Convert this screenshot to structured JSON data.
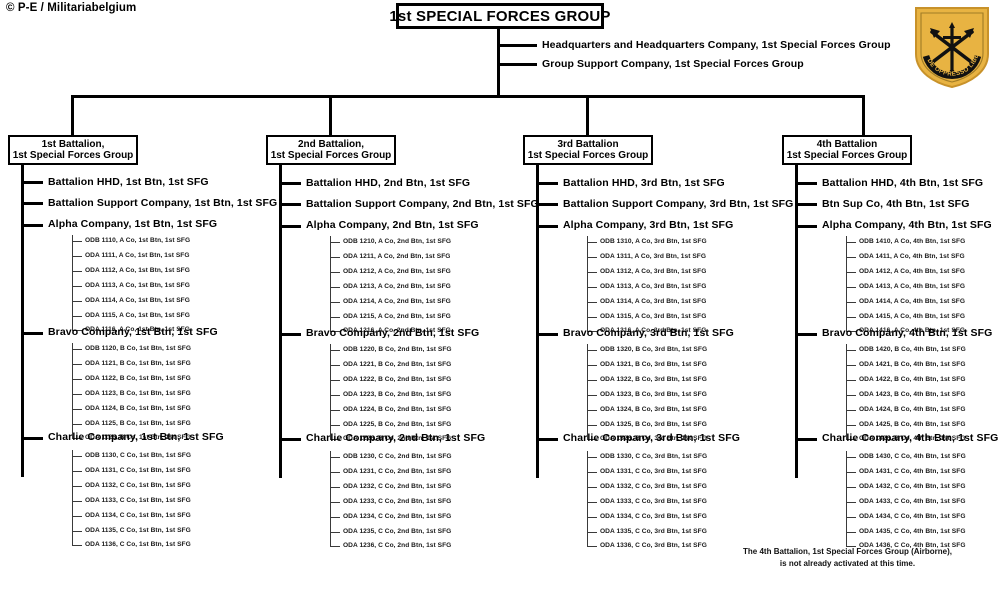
{
  "credit": "© P-E / Militariabelgium",
  "root": {
    "title": "1st SPECIAL FORCES GROUP"
  },
  "hq_units": [
    "Headquarters and Headquarters Company,  1st Special Forces Group",
    "Group Support Company,  1st Special Forces Group"
  ],
  "footnote": {
    "line1": "The 4th Battalion, 1st Special Forces Group (Airborne),",
    "line2": "is not already activated at this time."
  },
  "crest": {
    "name": "1st-special-forces-group-distinctive-unit-insignia",
    "motto": "DE OPPRESSO LIBER",
    "shield_color": "#E8B342",
    "border_color": "#C8922A",
    "device_color": "#111111"
  },
  "battalions": [
    {
      "box_line1": "1st Battalion,",
      "box_line2": "1st Special Forces Group",
      "staff": [
        "Battalion HHD,  1st Btn, 1st SFG",
        "Battalion  Support Company, 1st Btn,  1st SFG"
      ],
      "companies": [
        {
          "label": "Alpha Company, 1st Btn,  1st SFG",
          "teams": [
            "ODB 1110, A Co, 1st Btn,  1st SFG",
            "ODA 1111, A Co, 1st Btn,  1st SFG",
            "ODA 1112, A Co, 1st Btn,  1st SFG",
            "ODA 1113, A Co, 1st Btn,  1st SFG",
            "ODA 1114, A Co, 1st Btn,  1st SFG",
            "ODA 1115, A Co, 1st Btn,  1st SFG",
            "ODA 1116, A Co, 1st Btn,  1st SFG"
          ]
        },
        {
          "label": "Bravo Company, 1st Btn, 1st SFG",
          "teams": [
            "ODB 1120, B Co, 1st Btn,  1st SFG",
            "ODA 1121, B Co, 1st Btn,  1st SFG",
            "ODA 1122, B Co, 1st Btn,  1st SFG",
            "ODA 1123, B Co, 1st Btn,  1st SFG",
            "ODA 1124, B Co, 1st Btn,  1st SFG",
            "ODA 1125, B Co, 1st Btn,  1st SFG",
            "ODA 1126, B Co, 1st Btn,  1st SFG"
          ]
        },
        {
          "label": "Charlie Company, 1st Btn,  1st SFG",
          "teams": [
            "ODB 1130, C Co, 1st Btn,  1st SFG",
            "ODA 1131, C Co, 1st Btn,  1st SFG",
            "ODA 1132, C Co, 1st Btn,  1st SFG",
            "ODA 1133, C Co, 1st Btn,  1st SFG",
            "ODA 1134, C Co, 1st Btn,  1st SFG",
            "ODA 1135, C Co, 1st Btn,  1st SFG",
            "ODA 1136, C Co, 1st Btn,  1st SFG"
          ]
        }
      ]
    },
    {
      "box_line1": "2nd Battalion,",
      "box_line2": "1st Special Forces Group",
      "staff": [
        "Battalion HHD,  2nd Btn, 1st SFG",
        "Battalion  Support Company, 2nd Btn,  1st SFG"
      ],
      "companies": [
        {
          "label": "Alpha Company, 2nd Btn,  1st SFG",
          "teams": [
            "ODB 1210, A Co, 2nd Btn,  1st  SFG",
            "ODA 1211, A Co, 2nd Btn,  1st  SFG",
            "ODA 1212, A Co, 2nd Btn,  1st SFG",
            "ODA 1213, A Co, 2nd Btn,  1st SFG",
            "ODA 1214, A Co, 2nd Btn,  1st SFG",
            "ODA 1215, A Co, 2nd Btn,  1st SFG",
            "ODA 1216, A Co, 2nd Btn,  1st SFG"
          ]
        },
        {
          "label": "Bravo Company, 2nd Btn,  1st SFG",
          "teams": [
            "ODB 1220, B Co, 2nd Btn,  1st  SFG",
            "ODA 1221, B Co, 2nd Btn,  1st SFG",
            "ODA 1222, B Co, 2nd Btn,  1st SFG",
            "ODA 1223, B Co, 2nd Btn,  1st SFG",
            "ODA 1224, B Co, 2nd Btn,  1st SFG",
            "ODA 1225, B Co, 2nd Btn,  1st SFG",
            "ODA 1226, B Co, 2nd Btn,  1st SFG"
          ]
        },
        {
          "label": "Charlie Company, 2nd Btn, 1st SFG",
          "teams": [
            "ODB 1230, C Co, 2nd Btn,  1st SFG",
            "ODA 1231, C Co, 2nd Btn,  1st SFG",
            "ODA 1232, C Co, 2nd Btn,  1st SFG",
            "ODA 1233, C Co, 2nd Btn,  1st SFG",
            "ODA 1234, C Co, 2nd Btn,  1st SFG",
            "ODA 1235, C Co, 2nd Btn,  1st SFG",
            "ODA 1236, C Co, 2nd Btn,  1st SFG"
          ]
        }
      ]
    },
    {
      "box_line1": "3rd Battalion",
      "box_line2": "1st Special Forces Group",
      "staff": [
        "Battalion HHD,  3rd Btn, 1st SFG",
        "Battalion  Support Company, 3rd Btn,  1st SFG"
      ],
      "companies": [
        {
          "label": "Alpha Company, 3rd Btn,  1st SFG",
          "teams": [
            "ODB 1310, A Co, 3rd Btn,  1st SFG",
            "ODA 1311, A Co, 3rd Btn,  1st SFG",
            "ODA 1312, A Co, 3rd Btn,  1st SFG",
            "ODA 1313, A Co, 3rd Btn,  1st SFG",
            "ODA 1314, A Co, 3rd Btn,  1st SFG",
            "ODA 1315, A Co, 3rd Btn,  1st SFG",
            "ODA 1316, A Co, 3rd Btn,  1st SFG"
          ]
        },
        {
          "label": "Bravo Company, 3rd Btn, 1st SFG",
          "teams": [
            "ODB 1320, B Co, 3rd Btn,  1st SFG",
            "ODA 1321, B Co, 3rd Btn,  1st SFG",
            "ODA 1322, B Co, 3rd Btn,  1st SFG",
            "ODA 1323, B Co, 3rd Btn,  1st SFG",
            "ODA 1324, B Co, 3rd Btn,  1st SFG",
            "ODA 1325, B Co, 3rd Btn,  1st SFG",
            "ODA 1326, B Co, 3rd Btn,  1st SFG"
          ]
        },
        {
          "label": "Charlie Company, 3rd Btn,  1st SFG",
          "teams": [
            "ODB 1330, C Co, 3rd Btn,  1st SFG",
            "ODA 1331, C Co, 3rd Btn,  1st SFG",
            "ODA 1332, C Co, 3rd Btn,  1st SFG",
            "ODA 1333, C Co, 3rd Btn,  1st SFG",
            "ODA 1334, C Co, 3rd Btn,  1st SFG",
            "ODA 1335, C Co, 3rd Btn,  1st SFG",
            "ODA 1336, C Co, 3rd Btn,  1st SFG"
          ]
        }
      ]
    },
    {
      "box_line1": "4th Battalion",
      "box_line2": "1st Special Forces Group",
      "staff": [
        "Battalion HHD,  4th Btn, 1st SFG",
        "Btn  Sup Co, 4th Btn,  1st SFG"
      ],
      "companies": [
        {
          "label": "Alpha Company, 4th Btn,  1st SFG",
          "teams": [
            "ODB 1410, A Co, 4th Btn,  1st SFG",
            "ODA 1411, A Co, 4th Btn,  1st SFG",
            "ODA 1412, A Co, 4th Btn,  1st SFG",
            "ODA 1413, A Co, 4th Btn,  1st SFG",
            "ODA 1414, A Co, 4th Btn,  1st SFG",
            "ODA 1415, A Co, 4th Btn,  1st SFG",
            "ODA 1416, A Co, 4th Btn,  1st SFG"
          ]
        },
        {
          "label": "Bravo Company, 4th Btn,  1st SFG",
          "teams": [
            "ODB 1420, B Co, 4th Btn,  1st SFG",
            "ODA 1421, B Co, 4th Btn,  1st SFG",
            "ODA 1422, B Co, 4th Btn,  1st SFG",
            "ODA 1423, B Co, 4th Btn,  1st SFG",
            "ODA 1424, B Co, 4th Btn,  1st SFG",
            "ODA 1425, B Co, 4th Btn,  1st SFG",
            "ODA 1426, B Co, 4th Btn,  1st SFG"
          ]
        },
        {
          "label": "Charlie Company, 4th Btn,  1st SFG",
          "teams": [
            "ODB 1430, C Co, 4th Btn,  1st SFG",
            "ODA 1431, C Co, 4th Btn,  1st SFG",
            "ODA 1432, C Co, 4th Btn,  1st SFG",
            "ODA 1433, C Co, 4th Btn,  1st SFG",
            "ODA 1434, C Co, 4th Btn,  1st SFG",
            "ODA 1435, C Co, 4th Btn,  1st SFG",
            "ODA 1436, C Co, 4th Btn,  1st SFG"
          ]
        }
      ]
    }
  ]
}
